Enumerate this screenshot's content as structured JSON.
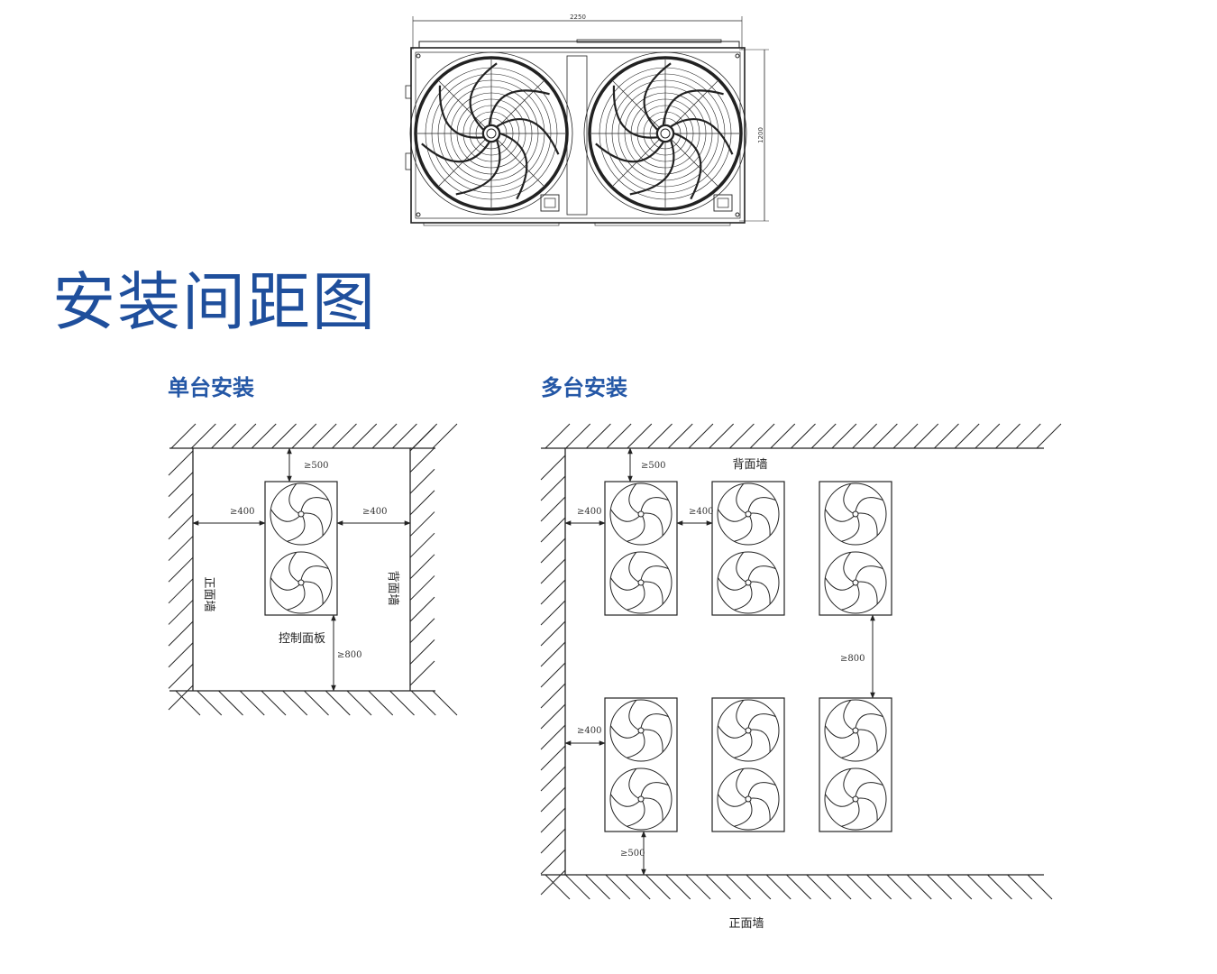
{
  "drawing": {
    "width_label": "2250",
    "height_label": "1200"
  },
  "title": "安装间距图",
  "single": {
    "heading": "单台安装",
    "gap_top": "≥500",
    "gap_left": "≥400",
    "gap_right": "≥400",
    "gap_bottom": "≥800",
    "front_wall": "正面墙",
    "back_wall": "背面墙",
    "control_panel": "控制面板"
  },
  "multi": {
    "heading": "多台安装",
    "gap_top": "≥500",
    "back_wall": "背面墙",
    "gap_left_top": "≥400",
    "gap_between": "≥400",
    "gap_rows": "≥800",
    "gap_left_bottom": "≥400",
    "gap_bottom": "≥500",
    "front_wall": "正面墙"
  },
  "colors": {
    "title": "#1f4f9c",
    "heading": "#2457a6",
    "line": "#222222"
  }
}
